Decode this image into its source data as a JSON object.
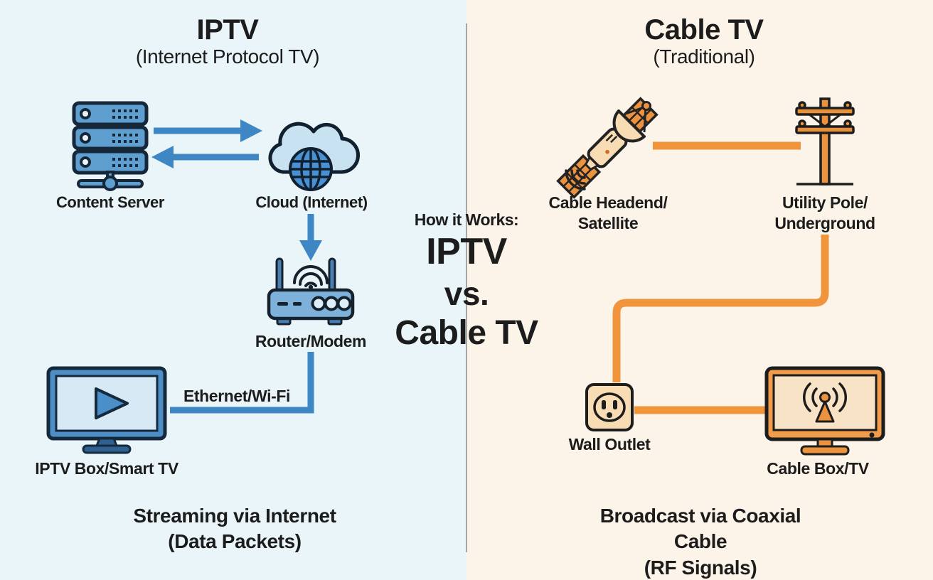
{
  "colors": {
    "left_bg": "#e9f5f8",
    "right_bg": "#fdf4e9",
    "blue_line": "#3e86c4",
    "orange_line": "#f0953c",
    "text": "#1c1c1c",
    "divider": "#8c8c8c"
  },
  "left_panel": {
    "title": "IPTV",
    "subtitle": "(Internet Protocol TV)",
    "server_label": "Content Server",
    "cloud_label": "Cloud (Internet)",
    "router_label": "Router/Modem",
    "connection_label": "Ethernet/Wi-Fi",
    "tv_label": "IPTV Box/Smart TV",
    "caption": "Streaming via Internet\n(Data Packets)"
  },
  "center": {
    "heading": "How it Works:",
    "versus_line1": "IPTV",
    "versus_line2": "vs.",
    "versus_line3": "Cable TV"
  },
  "right_panel": {
    "title": "Cable TV",
    "subtitle": "(Traditional)",
    "headend_label": "Cable Headend/\nSatellite",
    "pole_label": "Utility Pole/\nUnderground",
    "outlet_label": "Wall Outlet",
    "tv_label": "Cable Box/TV",
    "caption": "Broadcast via Coaxial Cable\n(RF Signals)"
  },
  "icons": {
    "server": "server-rack-icon",
    "cloud": "cloud-internet-globe-icon",
    "router": "wifi-router-icon",
    "iptv_tv": "smart-tv-play-icon",
    "satellite": "satellite-dish-icon",
    "pole": "utility-pole-icon",
    "outlet": "wall-outlet-icon",
    "cable_tv": "cable-tv-broadcast-icon"
  }
}
